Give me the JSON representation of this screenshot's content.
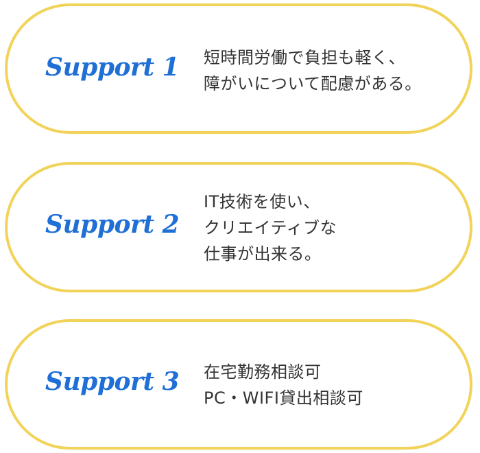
{
  "supports": [
    {
      "label": "Support 1",
      "lines": [
        "短時間労働で負担も軽く、",
        "障がいについて配慮がある。"
      ]
    },
    {
      "label": "Support 2",
      "lines": [
        "IT技術を使い、",
        "クリエイティブな",
        "仕事が出来る。"
      ]
    },
    {
      "label": "Support 3",
      "lines": [
        "在宅勤務相談可",
        "PC・WIFI貸出相談可"
      ]
    }
  ],
  "colors": {
    "border": "#f2d35a",
    "label": "#1f6fd6",
    "text": "#333333"
  }
}
